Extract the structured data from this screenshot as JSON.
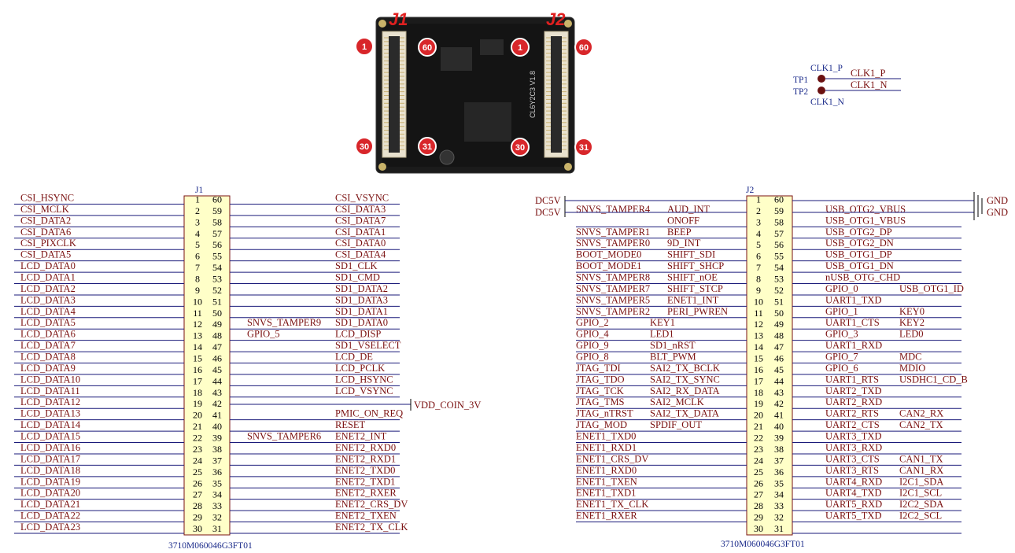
{
  "photo": {
    "j1_label": "J1",
    "j2_label": "J2",
    "badges": [
      "1",
      "60",
      "1",
      "60",
      "30",
      "31",
      "30",
      "31"
    ],
    "silk_text": "CL6Y2C3 V1.8"
  },
  "testpoints": {
    "tp1": "TP1",
    "tp2": "TP2",
    "net_p_above": "CLK1_P",
    "net_n_below": "CLK1_N",
    "wire_p": "CLK1_P",
    "wire_n": "CLK1_N"
  },
  "j1": {
    "ref": "J1",
    "part": "3710M060046G3FT01",
    "left_pins": [
      "1",
      "2",
      "3",
      "4",
      "5",
      "6",
      "7",
      "8",
      "9",
      "10",
      "11",
      "12",
      "13",
      "14",
      "15",
      "16",
      "17",
      "18",
      "19",
      "20",
      "21",
      "22",
      "23",
      "24",
      "25",
      "26",
      "27",
      "28",
      "29",
      "30"
    ],
    "right_pins": [
      "60",
      "59",
      "58",
      "57",
      "56",
      "55",
      "54",
      "53",
      "52",
      "51",
      "50",
      "49",
      "48",
      "47",
      "46",
      "45",
      "44",
      "43",
      "42",
      "41",
      "40",
      "39",
      "38",
      "37",
      "36",
      "35",
      "34",
      "33",
      "32",
      "31"
    ],
    "left_nets": [
      "CSI_HSYNC",
      "CSI_MCLK",
      "CSI_DATA2",
      "CSI_DATA6",
      "CSI_PIXCLK",
      "CSI_DATA5",
      "LCD_DATA0",
      "LCD_DATA1",
      "LCD_DATA2",
      "LCD_DATA3",
      "LCD_DATA4",
      "LCD_DATA5",
      "LCD_DATA6",
      "LCD_DATA7",
      "LCD_DATA8",
      "LCD_DATA9",
      "LCD_DATA10",
      "LCD_DATA11",
      "LCD_DATA12",
      "LCD_DATA13",
      "LCD_DATA14",
      "LCD_DATA15",
      "LCD_DATA16",
      "LCD_DATA17",
      "LCD_DATA18",
      "LCD_DATA19",
      "LCD_DATA20",
      "LCD_DATA21",
      "LCD_DATA22",
      "LCD_DATA23"
    ],
    "right_alt": [
      "",
      "",
      "",
      "",
      "",
      "",
      "",
      "",
      "",
      "",
      "",
      "SNVS_TAMPER9",
      "GPIO_5",
      "",
      "",
      "",
      "",
      "",
      "",
      "",
      "",
      "SNVS_TAMPER6",
      "",
      "",
      "",
      "",
      "",
      "",
      "",
      ""
    ],
    "right_nets": [
      "CSI_VSYNC",
      "CSI_DATA3",
      "CSI_DATA7",
      "CSI_DATA1",
      "CSI_DATA0",
      "CSI_DATA4",
      "SD1_CLK",
      "SD1_CMD",
      "SD1_DATA2",
      "SD1_DATA3",
      "SD1_DATA1",
      "SD1_DATA0",
      "LCD_DISP",
      "SD1_VSELECT",
      "LCD_DE",
      "LCD_PCLK",
      "LCD_HSYNC",
      "LCD_VSYNC",
      "",
      "PMIC_ON_REQ",
      "RESET",
      "ENET2_INT",
      "ENET2_RXD0",
      "ENET2_RXD1",
      "ENET2_TXD0",
      "ENET2_TXD1",
      "ENET2_RXER",
      "ENET2_CRS_DV",
      "ENET2_TXEN",
      "ENET2_TX_CLK"
    ],
    "vdd_label": "VDD_COIN_3V"
  },
  "j2": {
    "ref": "J2",
    "part": "3710M060046G3FT01",
    "dc_labels": [
      "DC5V",
      "DC5V"
    ],
    "gnd_labels": [
      "GND",
      "GND"
    ],
    "left_pins": [
      "1",
      "2",
      "3",
      "4",
      "5",
      "6",
      "7",
      "8",
      "9",
      "10",
      "11",
      "12",
      "13",
      "14",
      "15",
      "16",
      "17",
      "18",
      "19",
      "20",
      "21",
      "22",
      "23",
      "24",
      "25",
      "26",
      "27",
      "28",
      "29",
      "30"
    ],
    "right_pins": [
      "60",
      "59",
      "58",
      "57",
      "56",
      "55",
      "54",
      "53",
      "52",
      "51",
      "50",
      "49",
      "48",
      "47",
      "46",
      "45",
      "44",
      "43",
      "42",
      "41",
      "40",
      "39",
      "38",
      "37",
      "36",
      "35",
      "34",
      "33",
      "32",
      "31"
    ],
    "left_nets": [
      "",
      "SNVS_TAMPER4",
      "",
      "SNVS_TAMPER1",
      "SNVS_TAMPER0",
      "BOOT_MODE0",
      "BOOT_MODE1",
      "SNVS_TAMPER8",
      "SNVS_TAMPER7",
      "SNVS_TAMPER5",
      "SNVS_TAMPER2",
      "GPIO_2",
      "GPIO_4",
      "GPIO_9",
      "GPIO_8",
      "JTAG_TDI",
      "JTAG_TDO",
      "JTAG_TCK",
      "JTAG_TMS",
      "JTAG_nTRST",
      "JTAG_MOD",
      "ENET1_TXD0",
      "ENET1_RXD1",
      "ENET1_CRS_DV",
      "ENET1_RXD0",
      "ENET1_TXEN",
      "ENET1_TXD1",
      "ENET1_TX_CLK",
      "ENET1_RXER",
      ""
    ],
    "left_alt": [
      "",
      "AUD_INT",
      "ONOFF",
      "BEEP",
      "9D_INT",
      "SHIFT_SDI",
      "SHIFT_SHCP",
      "SHIFT_nOE",
      "SHIFT_STCP",
      "ENET1_INT",
      "PERI_PWREN",
      "KEY1",
      "LED1",
      "SD1_nRST",
      "BLT_PWM",
      "SAI2_TX_BCLK",
      "SAI2_TX_SYNC",
      "SAI2_RX_DATA",
      "SAI2_MCLK",
      "SAI2_TX_DATA",
      "SPDIF_OUT",
      "",
      "",
      "",
      "",
      "",
      "",
      "",
      "",
      ""
    ],
    "right_nets": [
      "",
      "USB_OTG2_VBUS",
      "USB_OTG1_VBUS",
      "USB_OTG2_DP",
      "USB_OTG2_DN",
      "USB_OTG1_DP",
      "USB_OTG1_DN",
      "nUSB_OTG_CHD",
      "GPIO_0",
      "UART1_TXD",
      "GPIO_1",
      "UART1_CTS",
      "GPIO_3",
      "UART1_RXD",
      "GPIO_7",
      "GPIO_6",
      "UART1_RTS",
      "UART2_TXD",
      "UART2_RXD",
      "UART2_RTS",
      "UART2_CTS",
      "UART3_TXD",
      "UART3_RXD",
      "UART3_CTS",
      "UART3_RTS",
      "UART4_RXD",
      "UART4_TXD",
      "UART5_RXD",
      "UART5_TXD",
      ""
    ],
    "right_alt": [
      "",
      "",
      "",
      "",
      "",
      "",
      "",
      "",
      "USB_OTG1_ID",
      "",
      "KEY0",
      "KEY2",
      "LED0",
      "",
      "MDC",
      "MDIO",
      "USDHC1_CD_B",
      "",
      "",
      "CAN2_RX",
      "CAN2_TX",
      "",
      "",
      "CAN1_TX",
      "CAN1_RX",
      "I2C1_SDA",
      "I2C1_SCL",
      "I2C2_SDA",
      "I2C2_SCL",
      ""
    ]
  }
}
